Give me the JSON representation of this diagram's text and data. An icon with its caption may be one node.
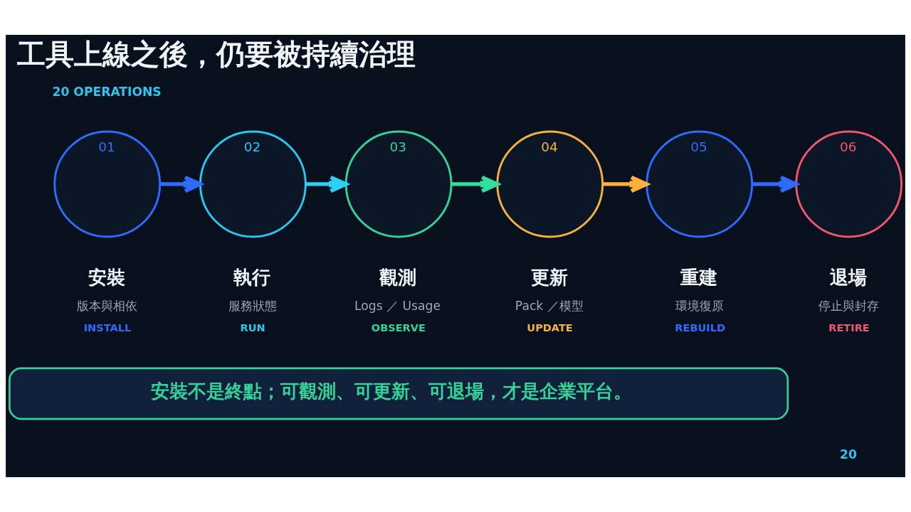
{
  "diagram": {
    "title": "工具上線之後，仍要被持續治理",
    "nodes": [
      {
        "text": [
          "01"
        ],
        "beside": [
          "安裝",
          "版本與相依",
          "INSTALL"
        ]
      },
      {
        "text": [
          "02"
        ],
        "beside": [
          "執行",
          "服務狀態",
          "RUN"
        ]
      },
      {
        "text": [
          "03"
        ],
        "beside": [
          "觀測",
          "Logs ／ Usage",
          "OBSERVE"
        ]
      },
      {
        "text": [
          "04"
        ],
        "beside": [
          "更新",
          "Pack ／模型",
          "UPDATE"
        ]
      },
      {
        "text": [
          "05"
        ],
        "beside": [
          "重建",
          "環境復原",
          "REBUILD"
        ]
      },
      {
        "text": [
          "06"
        ],
        "beside": [
          "退場",
          "停止與封存",
          "RETIRE"
        ]
      },
      {
        "text": [
          "安裝不是終點；可觀測、可更新、可退場，才是企業平台。"
        ]
      }
    ],
    "edges": [
      {
        "from": 0,
        "to": 1,
        "arrow": "to",
        "color": "#2f6bff"
      },
      {
        "from": 1,
        "to": 2,
        "arrow": "to",
        "color": "#2fd0f5"
      },
      {
        "from": 2,
        "to": 3,
        "arrow": "to",
        "color": "#2fe0a0"
      },
      {
        "from": 3,
        "to": 4,
        "arrow": "to",
        "color": "#ffb03a"
      },
      {
        "from": 4,
        "to": 5,
        "arrow": "to",
        "color": "#2f6bff"
      }
    ],
    "labels": [
      "20 OPERATIONS",
      "20"
    ]
  }
}
